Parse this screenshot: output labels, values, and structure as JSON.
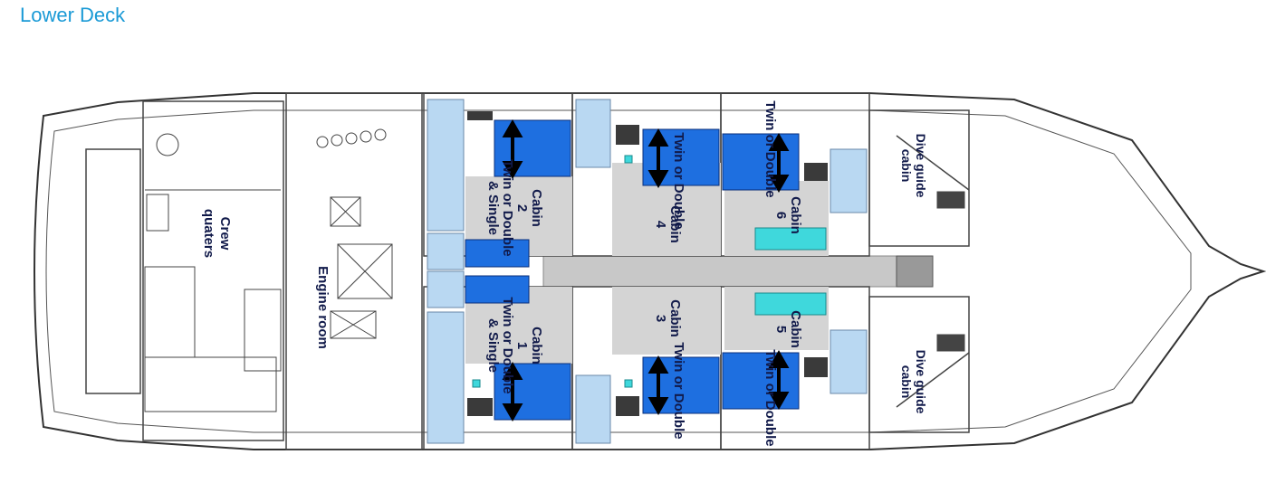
{
  "title": "Lower Deck",
  "labels": {
    "crew": [
      "Crew",
      "quaters"
    ],
    "engine": "Engine room",
    "cabin2": [
      "Cabin",
      "2",
      "Twin or Double",
      "& Single"
    ],
    "cabin1": [
      "Cabin",
      "1",
      "Twin or Double",
      "& Single"
    ],
    "cabin4": [
      "Cabin",
      "4",
      "Twin or Double"
    ],
    "cabin3": [
      "Cabin",
      "3",
      "Twin or Double"
    ],
    "cabin6": [
      "Cabin",
      "6",
      "Twin or Double"
    ],
    "cabin5": [
      "Cabin",
      "5",
      "Twin or Double"
    ],
    "dive_top": [
      "Dive guide",
      "cabin"
    ],
    "dive_bottom": [
      "Dive guide",
      "cabin"
    ]
  },
  "colors": {
    "bed": "#1e6fe0",
    "bath": "#b9d8f2",
    "pool": "#3fd8dc",
    "corridor": "#c8c8c8",
    "label": "#111a4a",
    "title": "#1a9ad6"
  }
}
